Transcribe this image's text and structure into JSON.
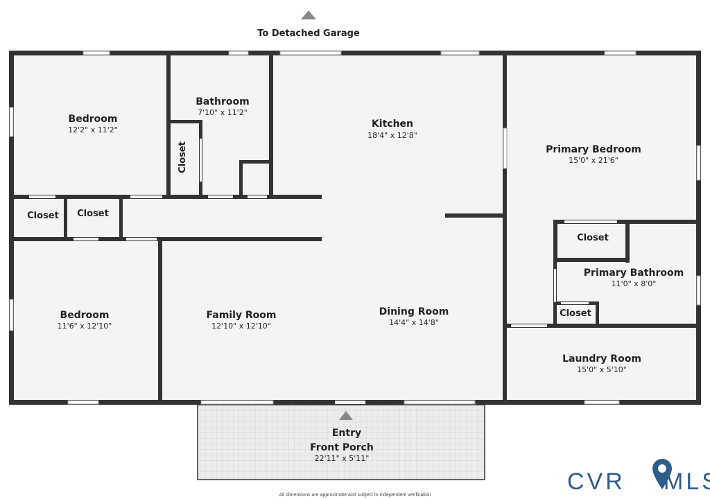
{
  "header": {
    "garage_label": "To Detached Garage"
  },
  "rooms": {
    "bedroom_nw": {
      "name": "Bedroom",
      "dims": "12'2\" x 11'2\""
    },
    "bathroom": {
      "name": "Bathroom",
      "dims": "7'10\" x 11'2\""
    },
    "kitchen": {
      "name": "Kitchen",
      "dims": "18'4\" x 12'8\""
    },
    "primary_bedroom": {
      "name": "Primary Bedroom",
      "dims": "15'0\" x 21'6\""
    },
    "bedroom_sw": {
      "name": "Bedroom",
      "dims": "11'6\" x 12'10\""
    },
    "family_room": {
      "name": "Family Room",
      "dims": "12'10\" x 12'10\""
    },
    "dining_room": {
      "name": "Dining Room",
      "dims": "14'4\" x 14'8\""
    },
    "primary_bathroom": {
      "name": "Primary Bathroom",
      "dims": "11'0\" x 8'0\""
    },
    "laundry_room": {
      "name": "Laundry Room",
      "dims": "15'0\" x 5'10\""
    },
    "front_porch": {
      "name": "Front Porch",
      "dims": "22'11\" x 5'11\""
    }
  },
  "closets": {
    "bath_closet": "Closet",
    "hall_closet_1": "Closet",
    "hall_closet_2": "Closet",
    "primary_closet": "Closet",
    "primary_bath_closet": "Closet"
  },
  "entry_label": "Entry",
  "footer": {
    "disclaimer": "All dimensions are approximate and subject to independent verification"
  },
  "logo": {
    "left": "CVR",
    "right": "MLS",
    "accent_color": "#2e5d8c"
  },
  "colors": {
    "wall": "#333333",
    "floor": "#f4f4f4"
  }
}
